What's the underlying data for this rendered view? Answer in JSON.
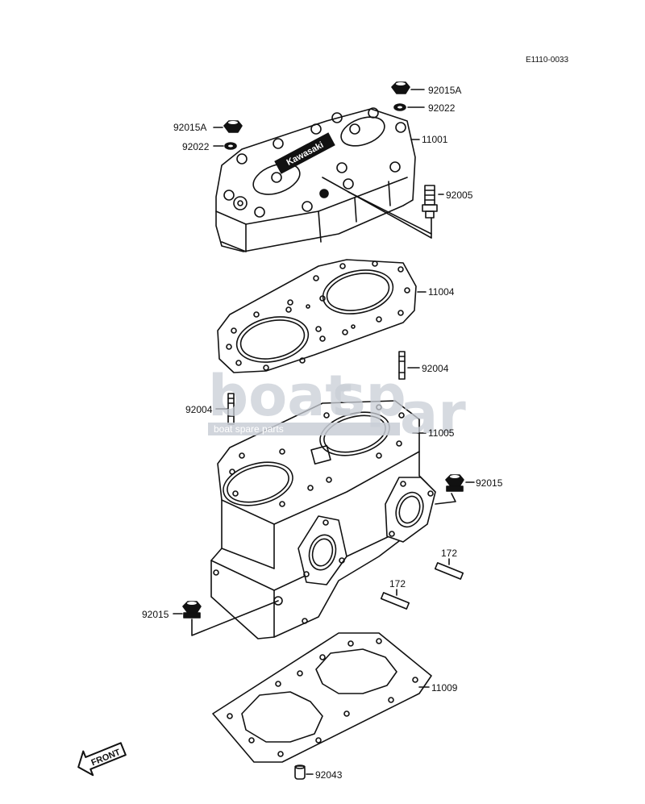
{
  "diagram_ref": "E1110-0033",
  "watermark": {
    "word1": "boat",
    "word2": "sp",
    "suffix": "ar",
    "tagline": "boat spare parts"
  },
  "head_logo": "Kawasaki",
  "front_label": "FRONT",
  "callouts": [
    {
      "id": "nut-a-right",
      "part": "92015A"
    },
    {
      "id": "washer-right",
      "part": "92022"
    },
    {
      "id": "nut-a-left",
      "part": "92015A"
    },
    {
      "id": "washer-left",
      "part": "92022"
    },
    {
      "id": "cylinder-head",
      "part": "11001"
    },
    {
      "id": "fitting",
      "part": "92005"
    },
    {
      "id": "head-gasket",
      "part": "11004"
    },
    {
      "id": "stud-right",
      "part": "92004"
    },
    {
      "id": "stud-left",
      "part": "92004"
    },
    {
      "id": "cylinder",
      "part": "11005"
    },
    {
      "id": "nut-right",
      "part": "92015"
    },
    {
      "id": "stud-172-upper",
      "part": "172"
    },
    {
      "id": "stud-172-lower",
      "part": "172"
    },
    {
      "id": "nut-left",
      "part": "92015"
    },
    {
      "id": "base-gasket",
      "part": "11009"
    },
    {
      "id": "pin",
      "part": "92043"
    }
  ]
}
